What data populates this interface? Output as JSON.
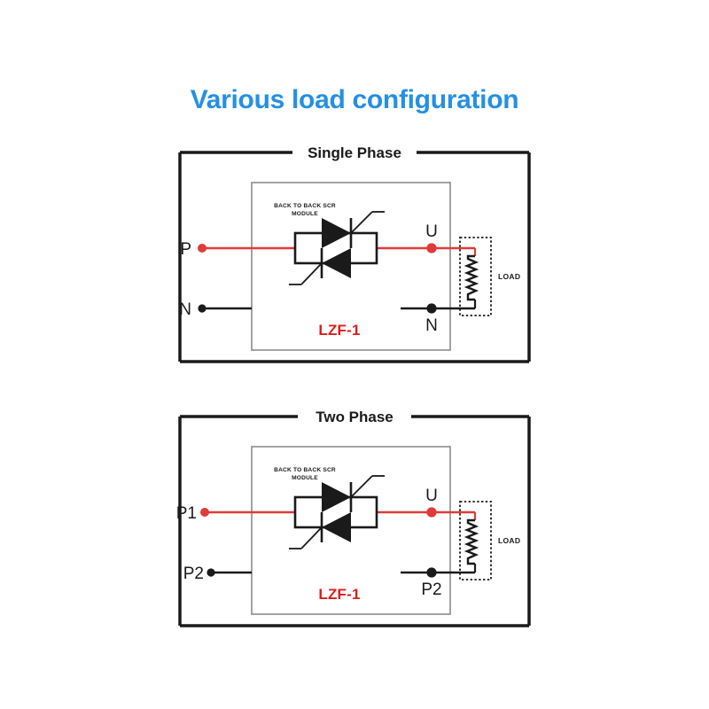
{
  "page": {
    "title": "Various load configuration",
    "title_color": "#2490e4",
    "background": "#ffffff"
  },
  "colors": {
    "line_live": "#e03a3a",
    "line_neutral": "#1a1a1a",
    "frame": "#1a1a1a",
    "device_box": "#8c8c8c",
    "model_text": "#e01b1b",
    "title_blue": "#2490e4"
  },
  "diagrams": [
    {
      "id": "single-phase",
      "legend": "Single Phase",
      "module_label_line1": "BACK TO BACK SCR",
      "module_label_line2": "MODULE",
      "model": "LZF-1",
      "load_label": "LOAD",
      "input_terminals": [
        {
          "name": "input-live",
          "label": "P",
          "type": "live"
        },
        {
          "name": "input-neutral",
          "label": "N",
          "type": "neutral"
        }
      ],
      "output_terminals": [
        {
          "name": "output-live",
          "label": "U",
          "type": "live"
        },
        {
          "name": "output-neutral",
          "label": "N",
          "type": "neutral"
        }
      ]
    },
    {
      "id": "two-phase",
      "legend": "Two Phase",
      "module_label_line1": "BACK TO BACK SCR",
      "module_label_line2": "MODULE",
      "model": "LZF-1",
      "load_label": "LOAD",
      "input_terminals": [
        {
          "name": "input-phase-1",
          "label": "P1",
          "type": "live"
        },
        {
          "name": "input-phase-2",
          "label": "P2",
          "type": "neutral"
        }
      ],
      "output_terminals": [
        {
          "name": "output-live",
          "label": "U",
          "type": "live"
        },
        {
          "name": "output-phase-2",
          "label": "P2",
          "type": "neutral"
        }
      ]
    }
  ]
}
